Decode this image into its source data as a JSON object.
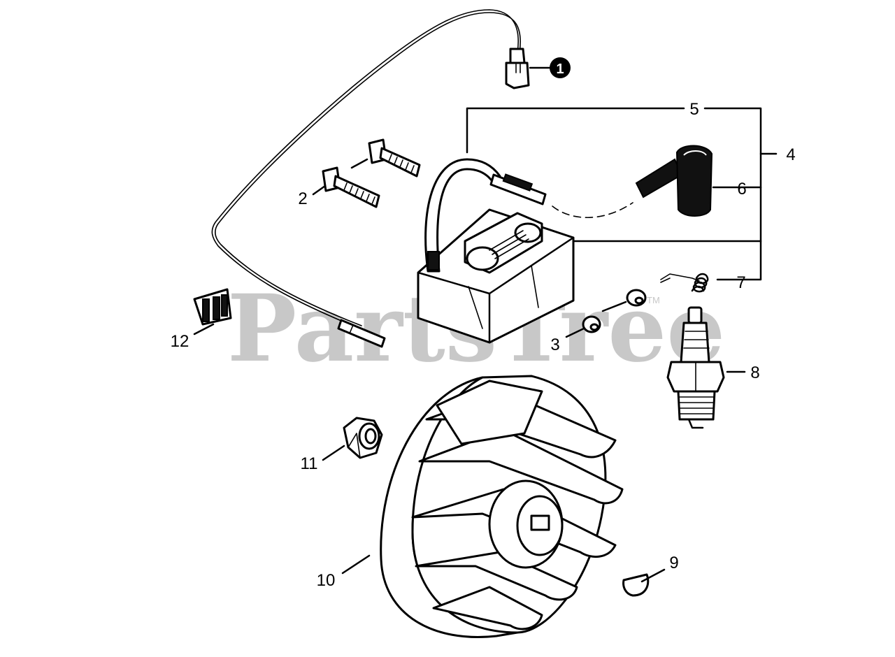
{
  "watermark": {
    "text": "PartsTree",
    "trademark": "TM"
  },
  "callouts": [
    {
      "id": "c1",
      "number": "1",
      "marker": "filled-circle"
    },
    {
      "id": "c2",
      "number": "2"
    },
    {
      "id": "c3",
      "number": "3"
    },
    {
      "id": "c4",
      "number": "4"
    },
    {
      "id": "c5",
      "number": "5"
    },
    {
      "id": "c6",
      "number": "6"
    },
    {
      "id": "c7",
      "number": "7"
    },
    {
      "id": "c8",
      "number": "8"
    },
    {
      "id": "c9",
      "number": "9"
    },
    {
      "id": "c10",
      "number": "10"
    },
    {
      "id": "c11",
      "number": "11"
    },
    {
      "id": "c12",
      "number": "12"
    }
  ],
  "parts": [
    {
      "callout": "1",
      "name": "connector-terminal"
    },
    {
      "callout": "2",
      "name": "bolt"
    },
    {
      "callout": "3",
      "name": "spacer"
    },
    {
      "callout": "4",
      "name": "ignition-coil-assembly"
    },
    {
      "callout": "5",
      "name": "ignition-coil"
    },
    {
      "callout": "6",
      "name": "spark-plug-cap"
    },
    {
      "callout": "7",
      "name": "spring"
    },
    {
      "callout": "8",
      "name": "spark-plug"
    },
    {
      "callout": "9",
      "name": "woodruff-key"
    },
    {
      "callout": "10",
      "name": "flywheel"
    },
    {
      "callout": "11",
      "name": "nut"
    },
    {
      "callout": "12",
      "name": "grommet"
    }
  ]
}
